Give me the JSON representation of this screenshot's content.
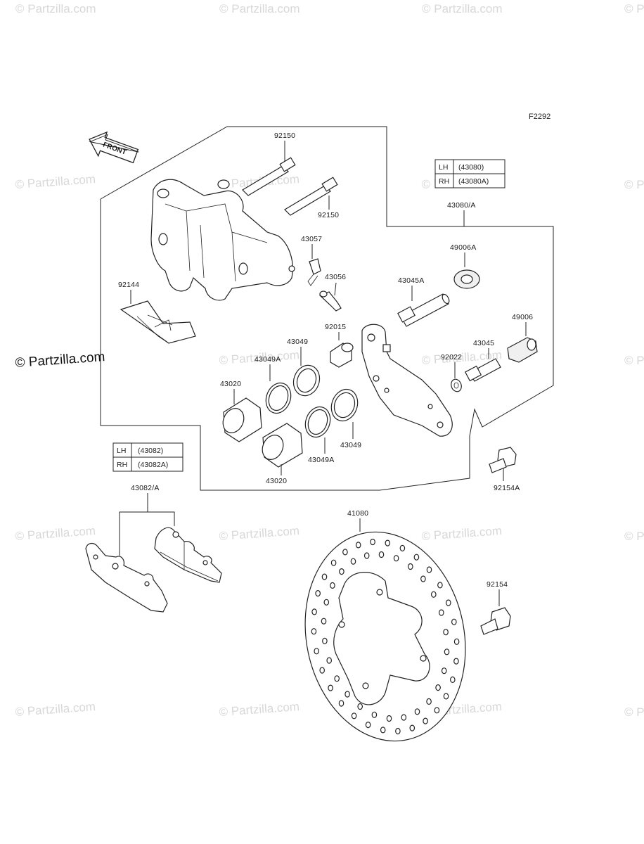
{
  "figure_code": "F2292",
  "front_label": "FRONT",
  "watermarks": {
    "repeated": "© Partzilla.com",
    "main": "© Partzilla.com"
  },
  "tables": {
    "caliper": [
      {
        "side": "LH",
        "part": "(43080)"
      },
      {
        "side": "RH",
        "part": "(43080A)"
      }
    ],
    "pads": [
      {
        "side": "LH",
        "part": "(43082)"
      },
      {
        "side": "RH",
        "part": "(43082A)"
      }
    ]
  },
  "callouts": {
    "c92150_top": "92150",
    "c92150_bottom": "92150",
    "c43057": "43057",
    "c43056": "43056",
    "c92144": "92144",
    "c43080_A": "43080/A",
    "c49006A": "49006A",
    "c43045A": "43045A",
    "c49006": "49006",
    "c92015": "92015",
    "c43049_top": "43049",
    "c43049A_top": "43049A",
    "c92022": "92022",
    "c43045": "43045",
    "c43020_top": "43020",
    "c43049_bottom": "43049",
    "c43049A_bottom": "43049A",
    "c43020_bottom": "43020",
    "c92154A": "92154A",
    "c43082_A": "43082/A",
    "c41080": "41080",
    "c92154": "92154"
  }
}
